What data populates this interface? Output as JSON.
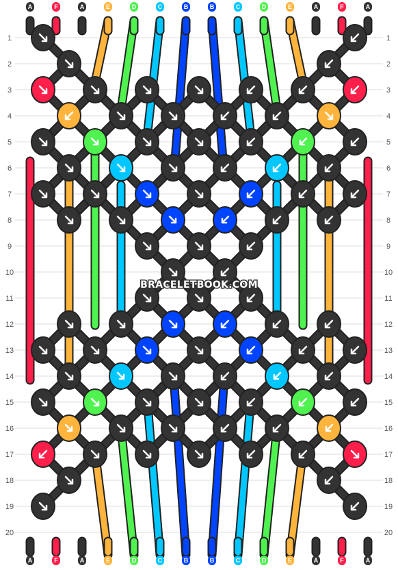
{
  "watermark": "BRACELETBOOK.COM",
  "string_labels": [
    "A",
    "F",
    "A",
    "E",
    "D",
    "C",
    "B",
    "B",
    "C",
    "D",
    "E",
    "A",
    "F",
    "A"
  ],
  "string_colors": {
    "A": "#333333",
    "F": "#ff1f4b",
    "E": "#ffb43d",
    "D": "#4ff24f",
    "C": "#00c7ff",
    "B": "#0044ff"
  },
  "row_numbers": [
    "1",
    "2",
    "3",
    "4",
    "5",
    "6",
    "7",
    "8",
    "9",
    "10",
    "11",
    "12",
    "13",
    "14",
    "15",
    "16",
    "17",
    "18",
    "19",
    "20"
  ],
  "knot_arrow_icons": {
    "R": "arrow-down-right-icon",
    "L": "arrow-down-left-icon",
    "RL": "forward-backward-right-icon",
    "LR": "backward-forward-left-icon"
  }
}
